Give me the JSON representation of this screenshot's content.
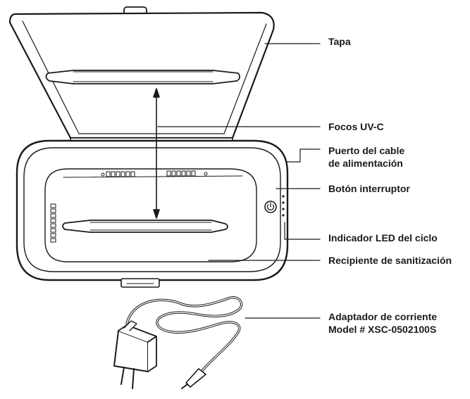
{
  "colors": {
    "stroke": "#1a1a1a",
    "fill": "#ffffff"
  },
  "labels": {
    "lid": "Tapa",
    "uvc_lamps": "Focos UV-C",
    "power_port_line1": "Puerto del cable",
    "power_port_line2": "de alimentación",
    "power_button": "Botón interruptor",
    "cycle_led": "Indicador LED del ciclo",
    "sanitizing_tray": "Recipiente de sanitización",
    "adapter_line1": "Adaptador de corriente",
    "adapter_line2": "Model # XSC-0502100S"
  }
}
